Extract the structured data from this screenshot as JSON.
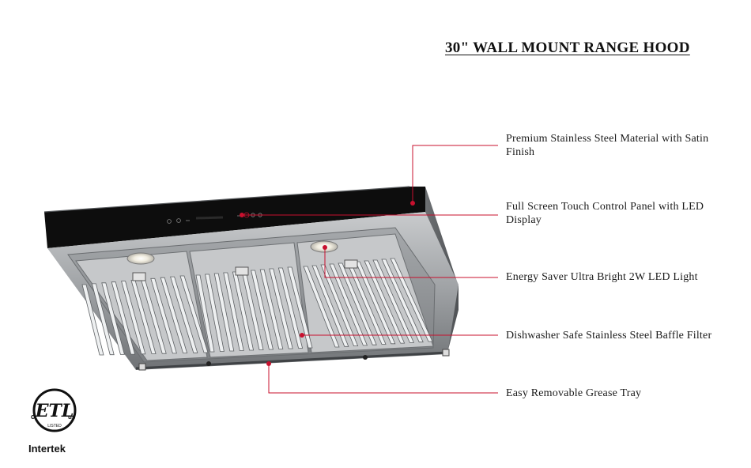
{
  "title": "30\" WALL MOUNT RANGE HOOD",
  "features": [
    "Premium Stainless Steel Material with Satin Finish",
    "Full Screen Touch Control Panel with LED Display",
    "Energy Saver Ultra Bright 2W LED Light",
    "Dishwasher Safe Stainless Steel Baffle Filter",
    "Easy Removable Grease Tray"
  ],
  "certification": {
    "mark": "ETL",
    "left_letter": "c",
    "right_letters": "us",
    "sub": "LISTED",
    "company": "Intertek"
  },
  "colors": {
    "callout_line": "#c8102e",
    "steel": "#8a8d90",
    "glass": "#0d0d0d"
  }
}
